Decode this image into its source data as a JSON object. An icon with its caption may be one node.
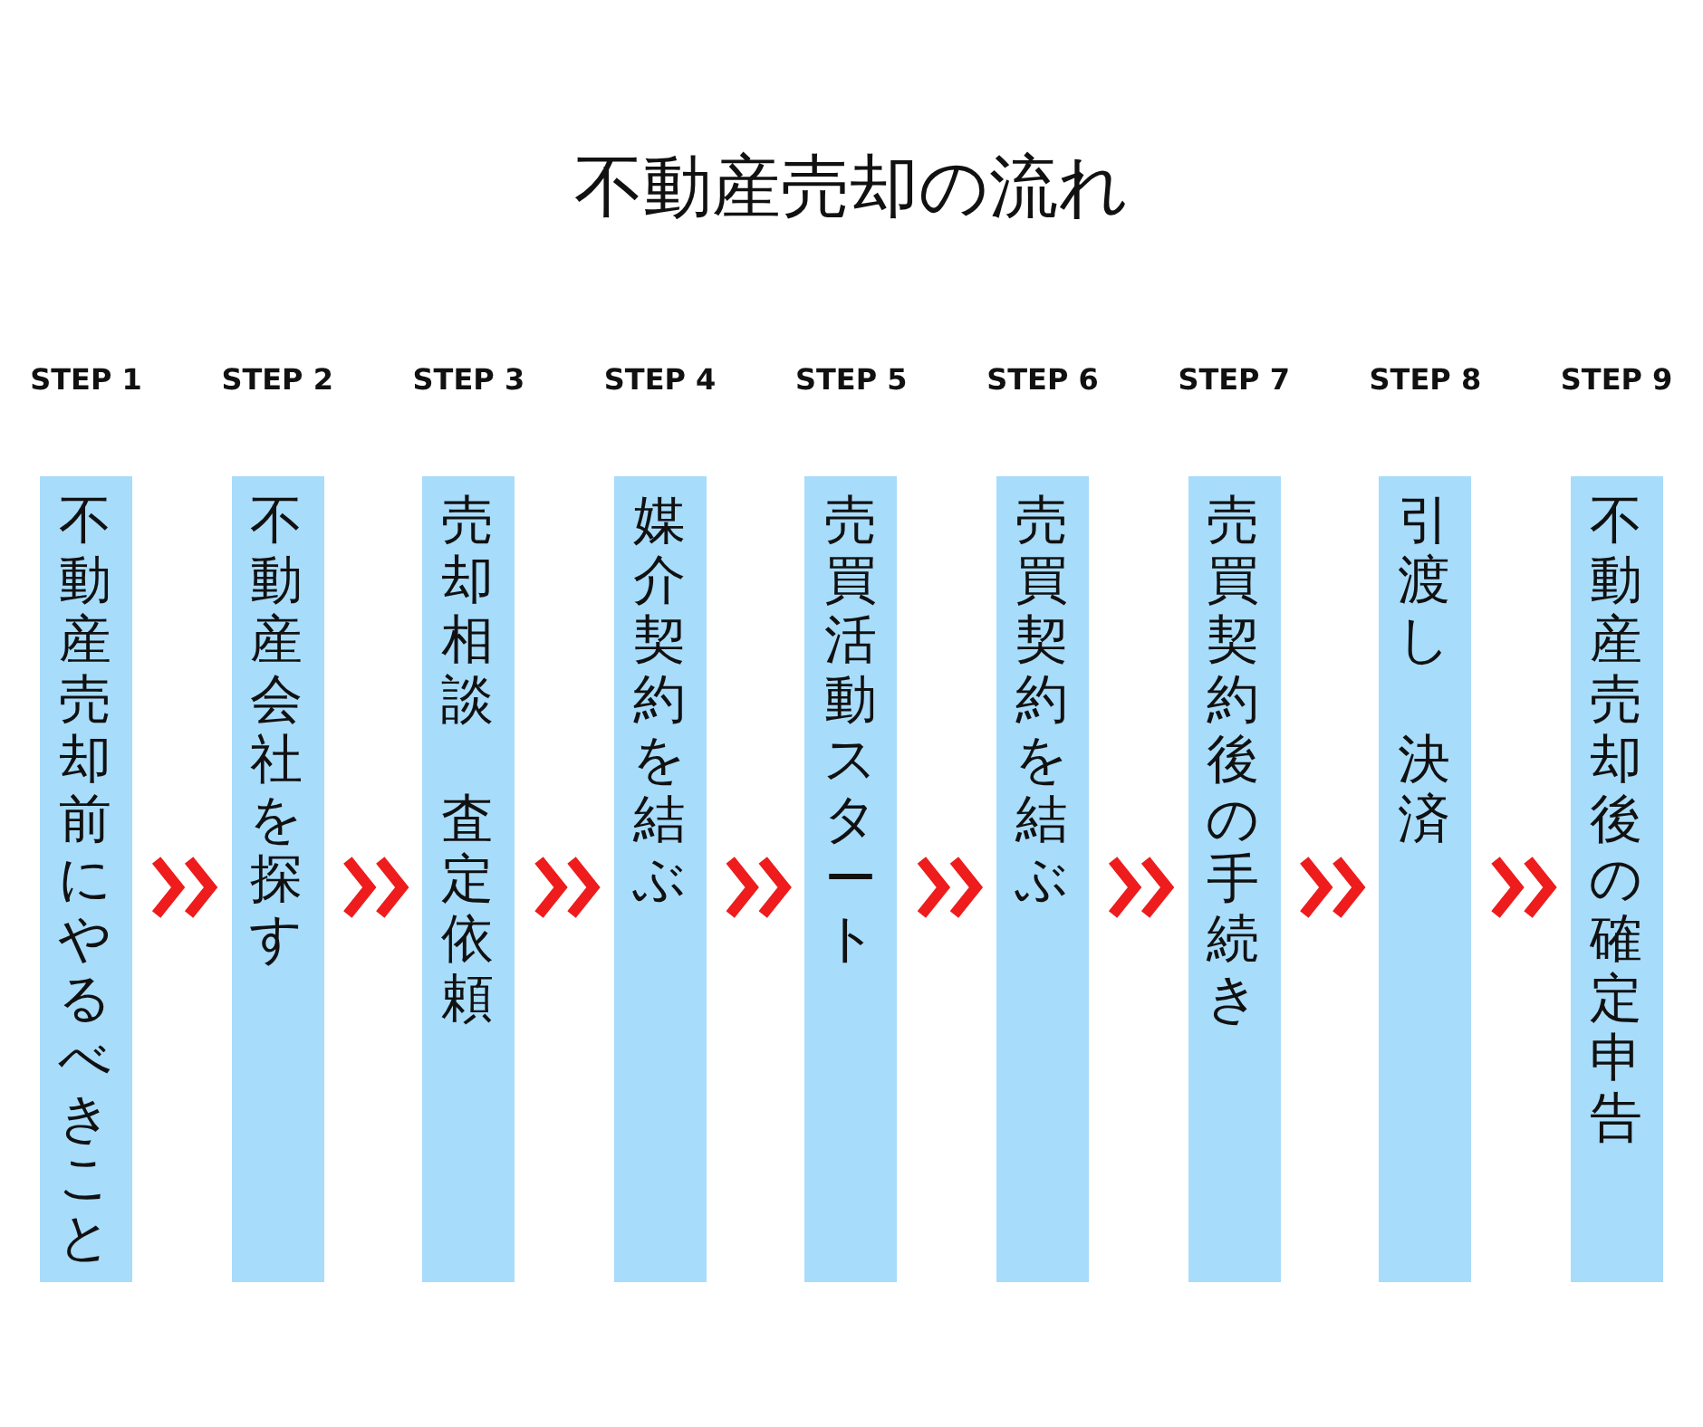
{
  "diagram": {
    "title": "不動産売却の流れ",
    "nodes": [
      {
        "text": [
          "STEP 1",
          "不動産売却前にやるべきこと"
        ]
      },
      {
        "text": [
          "STEP 2",
          "不動産会社を探す"
        ]
      },
      {
        "text": [
          "STEP 3",
          "売却相談",
          "査定依頼"
        ]
      },
      {
        "text": [
          "STEP 4",
          "媒介契約を結ぶ"
        ]
      },
      {
        "text": [
          "STEP 5",
          "売買活動スタート"
        ]
      },
      {
        "text": [
          "STEP 6",
          "売買契約を結ぶ"
        ]
      },
      {
        "text": [
          "STEP 7",
          "売買契約後の手続き"
        ]
      },
      {
        "text": [
          "STEP 8",
          "引渡し",
          "決済"
        ]
      },
      {
        "text": [
          "STEP 9",
          "不動産売却後の確定申告"
        ]
      }
    ],
    "edges": [
      {
        "from": 0,
        "to": 1,
        "arrow": "to"
      },
      {
        "from": 1,
        "to": 2,
        "arrow": "to"
      },
      {
        "from": 2,
        "to": 3,
        "arrow": "to"
      },
      {
        "from": 3,
        "to": 4,
        "arrow": "to"
      },
      {
        "from": 4,
        "to": 5,
        "arrow": "to"
      },
      {
        "from": 5,
        "to": 6,
        "arrow": "to"
      },
      {
        "from": 6,
        "to": 7,
        "arrow": "to"
      },
      {
        "from": 7,
        "to": 8,
        "arrow": "to"
      }
    ]
  }
}
